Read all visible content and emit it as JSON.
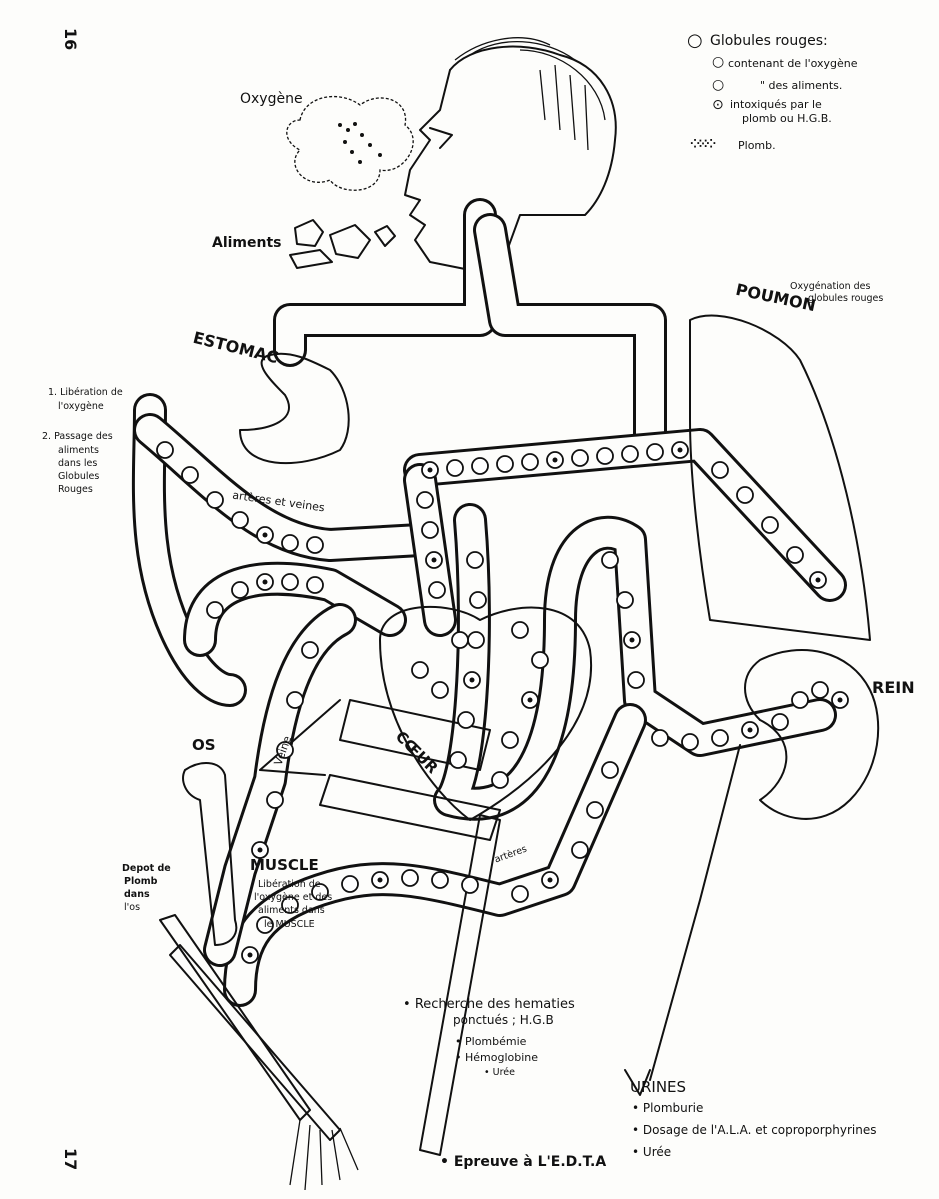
{
  "page_numbers": {
    "top": "16",
    "bottom": "17"
  },
  "legend": {
    "title": "Globules rouges:",
    "items": [
      {
        "icon": "open-circle-icon",
        "label": "contenant de l'oxygène"
      },
      {
        "icon": "open-circle-icon",
        "label": "\" des aliments."
      },
      {
        "icon": "dotted-circle-icon",
        "label": "intoxiqués par le"
      },
      {
        "icon": "dotted-circle-icon",
        "label": "plomb ou H.G.B."
      },
      {
        "icon": "lead-dots-icon",
        "label": "Plomb."
      }
    ]
  },
  "labels": {
    "oxygene": "Oxygène",
    "aliments": "Aliments",
    "estomac": "ESTOMAC",
    "poumon": "POUMON",
    "oxygenation": [
      "Oxygénation des",
      "globules rouges"
    ],
    "liberation_oxygene": [
      "1. Libération de",
      "l'oxygène"
    ],
    "passage_aliments": [
      "2. Passage des",
      "aliments",
      "dans les",
      "Globules",
      "Rouges"
    ],
    "arteres_veines": "artères et veines",
    "rein": "REIN",
    "coeur": "CŒUR",
    "os": "OS",
    "veine": "Veine",
    "depot": [
      "Depot de",
      "Plomb",
      "dans",
      "l'os"
    ],
    "muscle": "MUSCLE",
    "muscle_liberation": [
      "Libération de",
      "l'oxygène et des",
      "aliments dans",
      "le MUSCLE"
    ],
    "arteres": "artères",
    "recherche": [
      "Recherche des hematies",
      "ponctués ; H.G.B"
    ],
    "tests": [
      "Plombémie",
      "Hémoglobine",
      "Urée"
    ],
    "urines_title": "URINES",
    "urines_items": [
      "Plomburie",
      "Dosage de l'A.L.A. et coproporphyrines",
      "Urée"
    ],
    "epreuve": "Epreuve à L'E.D.T.A"
  }
}
